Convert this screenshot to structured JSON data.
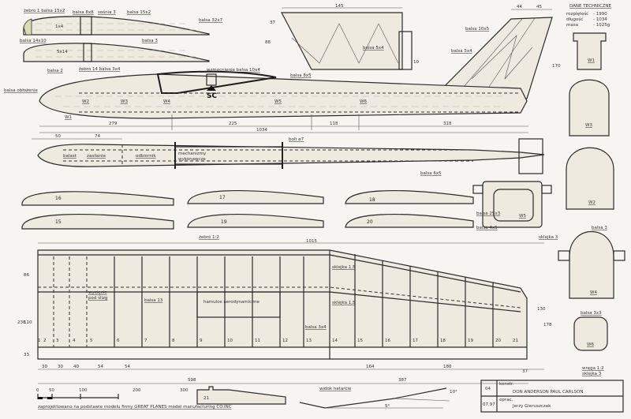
{
  "airfoils": {
    "rib1_label": "żebro 1 balsa 15x2",
    "spar_label": "balsa 8x8",
    "plywood_label": "sośnia 3",
    "le_label": "balsa 15x2",
    "te_label": "balsa 32x7",
    "sheet_label": "balsa 3",
    "rib1_thickness": "1x4",
    "rib14_le_label": "balsa 14x10",
    "rib14_inner": "5x14",
    "rib14_sheet_label": "balsa 2",
    "rib14_label": "żebro 14 balsa 3x4"
  },
  "side_view": {
    "sheeting_label": "balsa obłożenie",
    "reinforcement_label": "wzmocnienie balsa 10x4",
    "cg_label": "SC",
    "formers": [
      "W1",
      "W2",
      "W3",
      "W4",
      "W5",
      "W6"
    ],
    "dims": [
      "279",
      "225",
      "1034",
      "118",
      "318"
    ]
  },
  "stabilizer": {
    "width_dim": "145",
    "labels": [
      "balsa 8x5",
      "balsa 5x4",
      "balsa 10x5",
      "balsa 5x4"
    ],
    "height_dims": [
      "37",
      "88",
      "10"
    ]
  },
  "fin": {
    "dims": [
      "44",
      "45",
      "170"
    ]
  },
  "tech_data": {
    "title": "DANE TECHNICZNE",
    "rows": [
      {
        "label": "rozpiętość",
        "value": "- 1990"
      },
      {
        "label": "długość",
        "value": "- 1034"
      },
      {
        "label": "masa",
        "value": "- 1025g"
      }
    ]
  },
  "top_view": {
    "dims": [
      "50",
      "74"
    ],
    "compartments": [
      "balast",
      "zasilanie",
      "odbiornik",
      "mechanizmy",
      "wykonawcze"
    ],
    "bolt_label": "bolt ø7",
    "tail_label": "balsa 6x5"
  },
  "ribs": [
    "16",
    "17",
    "18",
    "15",
    "19",
    "20"
  ],
  "former_w5": {
    "label": "W5",
    "labels": [
      "balsa 25x3",
      "balsa 4x5"
    ]
  },
  "wing_plan": {
    "title": "żebro 1:2",
    "span_dim": "1015",
    "rib_numbers": [
      "1",
      "2",
      "3",
      "4",
      "5",
      "6",
      "7",
      "8",
      "9",
      "10",
      "11",
      "12",
      "13",
      "14",
      "15",
      "16",
      "17",
      "18",
      "19",
      "20",
      "21"
    ],
    "labels": {
      "cutout": "wycięcie",
      "cutout2": "pod ślizg",
      "balsa_13": "balsa 13",
      "aileron": "hamulce aerodynamiczne",
      "balsa_3x4": "balsa 3x4",
      "plywood_top": "sklejka 1,5",
      "plywood_bottom": "sklejka 1,5",
      "sheet3": "sklejka 3"
    },
    "left_dims": [
      "238",
      "86",
      "110",
      "33"
    ],
    "bottom_dims": [
      "30",
      "30",
      "40",
      "54",
      "54"
    ],
    "bottom_dims_right": [
      "164",
      "180",
      "37"
    ],
    "total_dims": [
      "598",
      "387"
    ],
    "right_dims": [
      "130",
      "178"
    ]
  },
  "right_formers": {
    "labels": [
      "W1",
      "W3",
      "W2",
      "W4",
      "W6"
    ],
    "balsa3": "balsa 3",
    "balsa3x3": "balsa 3x3",
    "scale_label": "wręga 1:2",
    "plywood": "sklejka 3"
  },
  "scale_bar": {
    "ticks": [
      "0",
      "50",
      "100",
      "200",
      "300"
    ],
    "credit": "zaprojektowano na podstawie modelu firmy GREAT PLANES model manufacturing CO.INC"
  },
  "skid": {
    "label": "21"
  },
  "dihedral": {
    "title": "widok natarcie",
    "angles": [
      "5°",
      "10°"
    ]
  },
  "title_block": {
    "number": "04",
    "designer_label": "konstr.",
    "designers": "DON ANDERSON   PAUL CARLSON",
    "date": "07.97",
    "drafted_label": "oprac.",
    "drafter": "Jerzy Gieruszczak"
  }
}
